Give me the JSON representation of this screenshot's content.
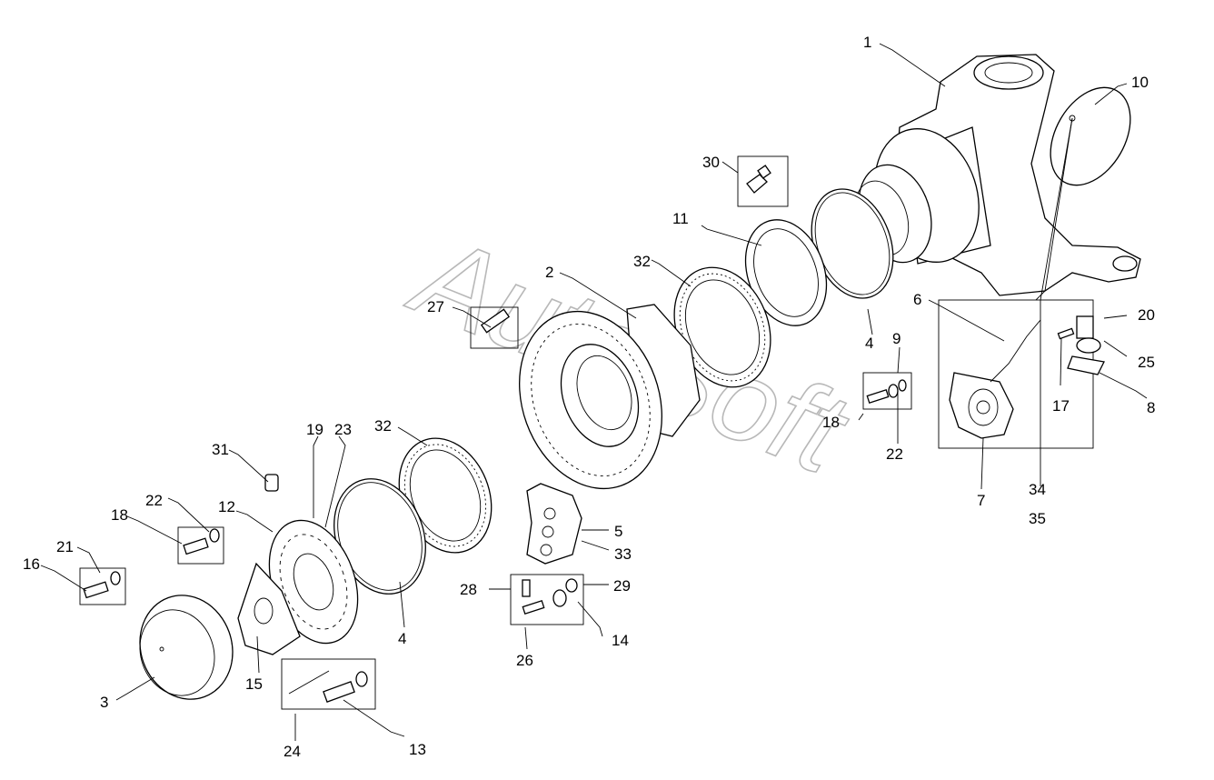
{
  "watermark": "AutoSoft",
  "callouts": [
    {
      "id": "c1",
      "label": "1"
    },
    {
      "id": "c2",
      "label": "2"
    },
    {
      "id": "c3",
      "label": "3"
    },
    {
      "id": "c4a",
      "label": "4"
    },
    {
      "id": "c4b",
      "label": "4"
    },
    {
      "id": "c5",
      "label": "5"
    },
    {
      "id": "c6",
      "label": "6"
    },
    {
      "id": "c7",
      "label": "7"
    },
    {
      "id": "c8",
      "label": "8"
    },
    {
      "id": "c9",
      "label": "9"
    },
    {
      "id": "c10",
      "label": "10"
    },
    {
      "id": "c11",
      "label": "11"
    },
    {
      "id": "c12",
      "label": "12"
    },
    {
      "id": "c13",
      "label": "13"
    },
    {
      "id": "c14",
      "label": "14"
    },
    {
      "id": "c15",
      "label": "15"
    },
    {
      "id": "c16",
      "label": "16"
    },
    {
      "id": "c17",
      "label": "17"
    },
    {
      "id": "c18a",
      "label": "18"
    },
    {
      "id": "c18b",
      "label": "18"
    },
    {
      "id": "c19",
      "label": "19"
    },
    {
      "id": "c20",
      "label": "20"
    },
    {
      "id": "c21",
      "label": "21"
    },
    {
      "id": "c22a",
      "label": "22"
    },
    {
      "id": "c22b",
      "label": "22"
    },
    {
      "id": "c23",
      "label": "23"
    },
    {
      "id": "c24",
      "label": "24"
    },
    {
      "id": "c25",
      "label": "25"
    },
    {
      "id": "c26",
      "label": "26"
    },
    {
      "id": "c27",
      "label": "27"
    },
    {
      "id": "c28",
      "label": "28"
    },
    {
      "id": "c29",
      "label": "29"
    },
    {
      "id": "c30",
      "label": "30"
    },
    {
      "id": "c31",
      "label": "31"
    },
    {
      "id": "c32a",
      "label": "32"
    },
    {
      "id": "c32b",
      "label": "32"
    },
    {
      "id": "c33",
      "label": "33"
    },
    {
      "id": "c34",
      "label": "34"
    },
    {
      "id": "c35",
      "label": "35"
    }
  ]
}
